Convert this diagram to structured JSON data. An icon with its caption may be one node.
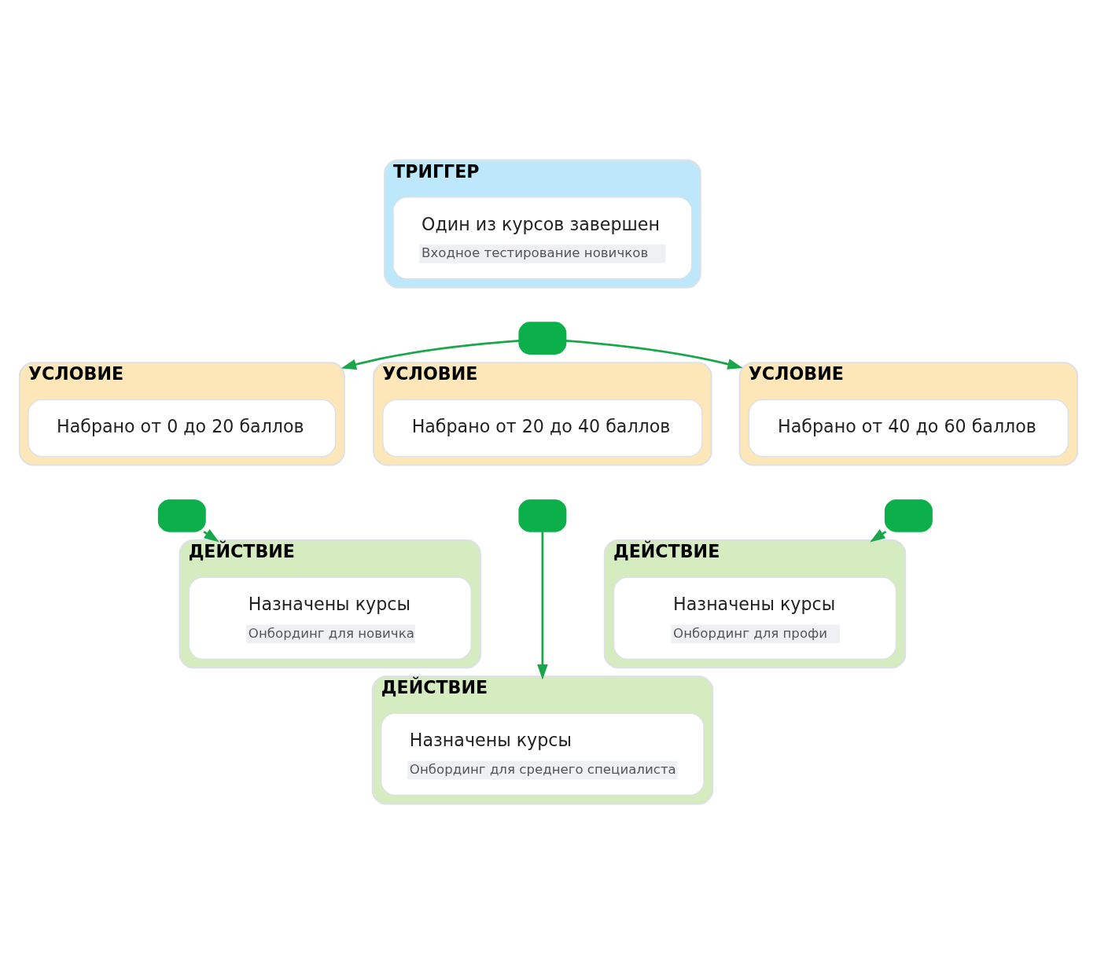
{
  "diagram": {
    "nodes": [
      {
        "text": [
          "ТРИГГЕР"
        ]
      },
      {
        "text": [
          "Один из курсов завершен",
          "Входное тестирование новичков"
        ],
        "in": 0
      },
      {
        "text": [],
        "shape": "box"
      },
      {
        "text": [
          "УСЛОВИЕ"
        ]
      },
      {
        "text": [
          "Набрано от 0 до 20 баллов"
        ],
        "in": 3
      },
      {
        "text": [
          "УСЛОВИЕ"
        ]
      },
      {
        "text": [
          "Набрано от 20 до 40 баллов"
        ],
        "in": 5
      },
      {
        "text": [
          "УСЛОВИЕ"
        ]
      },
      {
        "text": [
          "Набрано от 40 до 60 баллов"
        ],
        "in": 7
      },
      {
        "text": [],
        "shape": "box"
      },
      {
        "text": [],
        "shape": "box"
      },
      {
        "text": [],
        "shape": "box"
      },
      {
        "text": [
          "ДЕЙСТВИЕ"
        ]
      },
      {
        "text": [
          "Назначены курсы",
          "Онбординг для новичка"
        ],
        "in": 12
      },
      {
        "text": [
          "ДЕЙСТВИЕ"
        ]
      },
      {
        "text": [
          "Назначены курсы",
          "Онбординг для профи"
        ],
        "in": 14
      },
      {
        "text": [
          "ДЕЙСТВИЕ"
        ]
      },
      {
        "text": [
          "Назначены курсы",
          "Онбординг для среднего специалиста"
        ],
        "in": 16
      }
    ],
    "edges": [
      {
        "from": 2,
        "to": 3,
        "arrow": "to"
      },
      {
        "from": 2,
        "to": 7,
        "arrow": "to"
      },
      {
        "from": 9,
        "to": 12,
        "arrow": "to"
      },
      {
        "from": 10,
        "to": 16,
        "arrow": "to"
      },
      {
        "from": 11,
        "to": 14,
        "arrow": "to"
      }
    ]
  }
}
